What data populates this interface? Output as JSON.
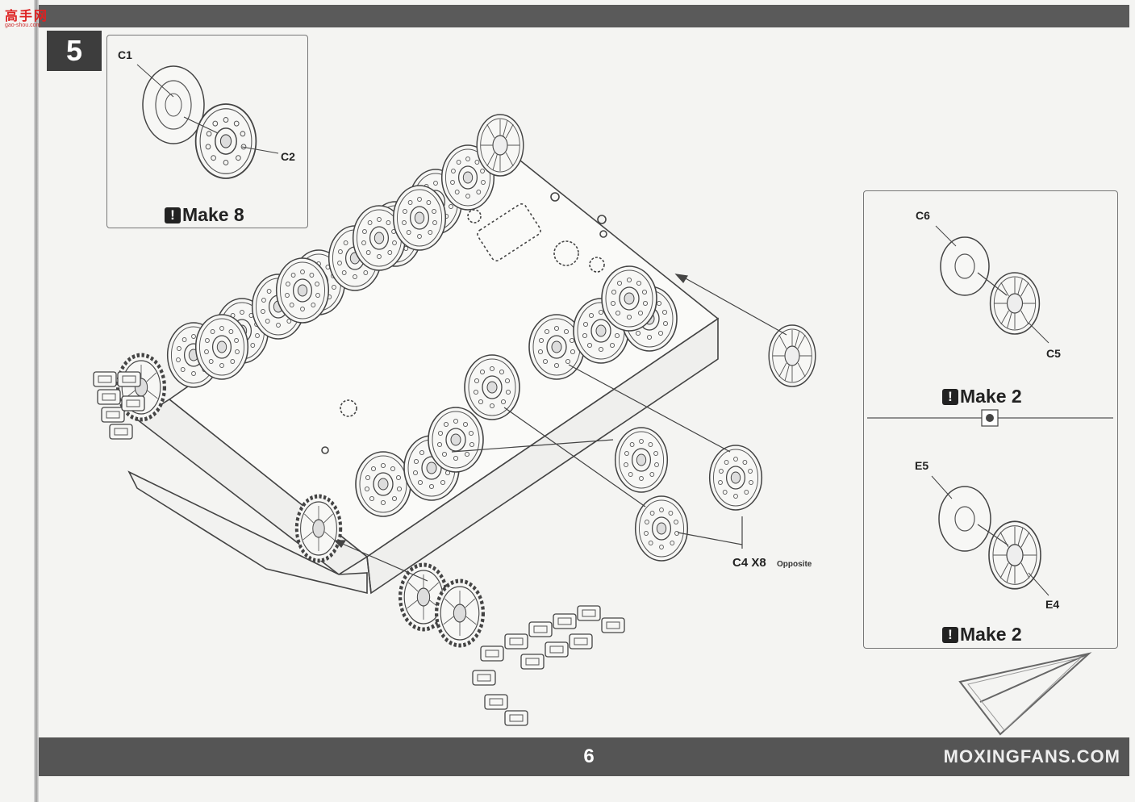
{
  "watermark": {
    "title": "高手网",
    "url": "gao-shou.com"
  },
  "step": {
    "number": "5"
  },
  "inset_top": {
    "part_a": "C1",
    "part_b": "C2",
    "make_label": "Make 8"
  },
  "inset_right_top": {
    "part_a": "C6",
    "part_b": "C5",
    "make_label": "Make 2"
  },
  "inset_right_bottom": {
    "part_a": "E5",
    "part_b": "E4",
    "make_label": "Make 2"
  },
  "main": {
    "callout_part": "C4 X8",
    "callout_note": "Opposite"
  },
  "footer": {
    "page_number": "6",
    "brand": "MOXINGFANS.COM"
  },
  "warn_glyph": "!",
  "colors": {
    "bar": "#555555",
    "line": "#444444"
  }
}
